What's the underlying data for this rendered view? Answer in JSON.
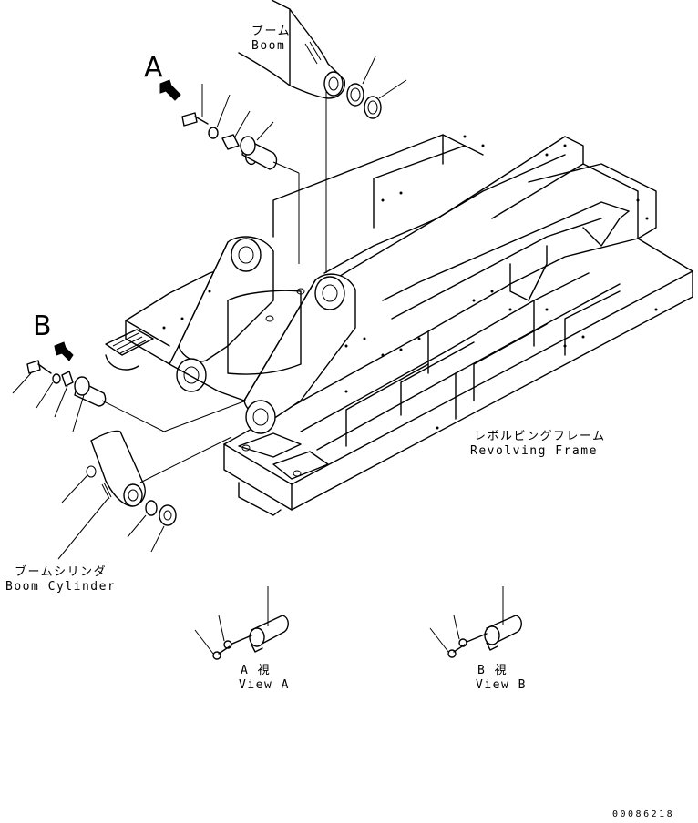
{
  "labels": {
    "boom_jp": "ブーム",
    "boom_en": "Boom",
    "view_a_letter": "A",
    "view_b_letter": "B",
    "frame_jp": "レボルビングフレーム",
    "frame_en": "Revolving Frame",
    "cylinder_jp": "ブームシリンダ",
    "cylinder_en": "Boom Cylinder",
    "view_a_jp": "A 視",
    "view_a_en": "View A",
    "view_b_jp": "B 視",
    "view_b_en": "View B",
    "drawing_code": "00086218"
  }
}
